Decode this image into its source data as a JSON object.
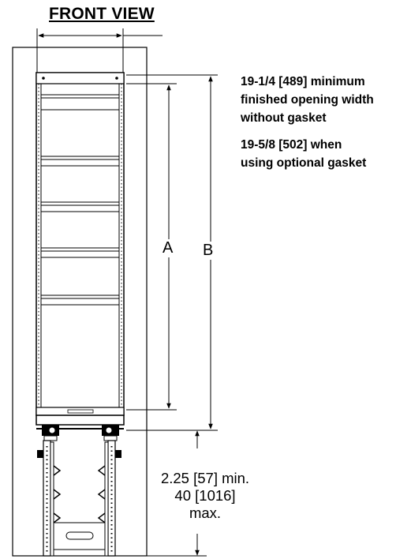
{
  "title": "FRONT VIEW",
  "notes": {
    "width_line1": "19-1/4 [489] minimum",
    "width_line2": "finished opening width",
    "width_line3": "without gasket",
    "gasket_line1": "19-5/8 [502] when",
    "gasket_line2": "using optional gasket"
  },
  "dimensions": {
    "a_label": "A",
    "b_label": "B"
  },
  "clearance": {
    "line1": "2.25 [57] min.",
    "line2": "40 [1016]",
    "line3": "max."
  }
}
